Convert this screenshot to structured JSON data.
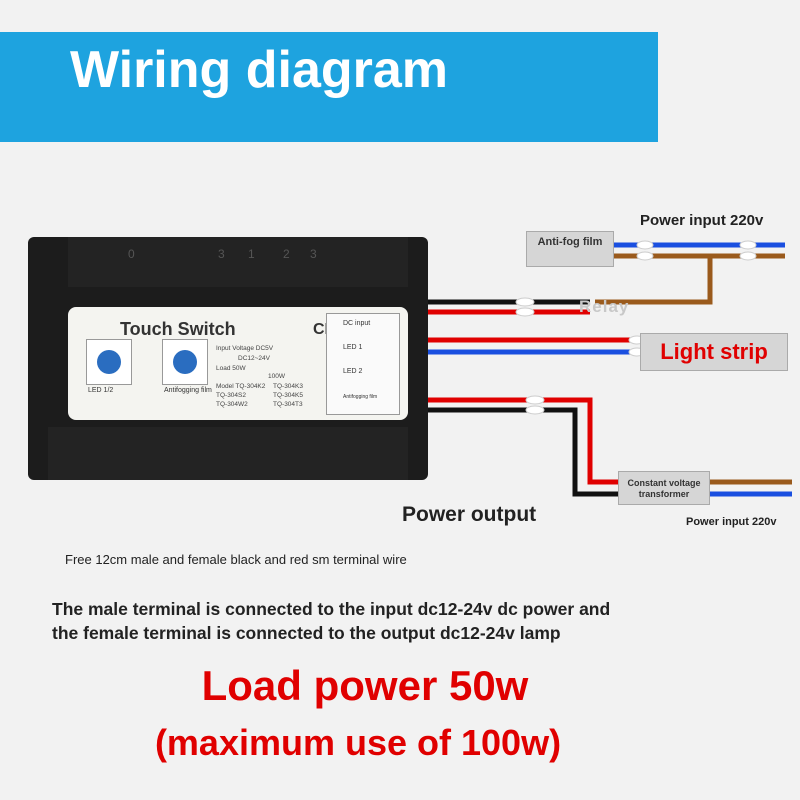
{
  "banner": {
    "title": "Wiring diagram"
  },
  "device": {
    "terminal_numbers_top": [
      "0",
      "3",
      "1",
      "2",
      "3"
    ],
    "title": "Touch Switch",
    "ce_mark": "CE",
    "knob_labels": [
      "LED 1/2",
      "Antifogging film"
    ],
    "specs": [
      "Input Voltage DC5V",
      "DC12~24V",
      "Load 50W",
      "100W",
      "Model TQ-304K2",
      "TQ-304K3",
      "TQ-304S2",
      "TQ-304K5",
      "TQ-304W2",
      "TQ-304T3"
    ],
    "pin_labels": [
      "DC input",
      "LED 1",
      "LED 2",
      "Antifogging film"
    ]
  },
  "labels": {
    "power_input_top": "Power input 220v",
    "anti_fog_film": "Anti-fog film",
    "relay": "Relay",
    "light_strip": "Light strip",
    "constant_voltage_transformer": "Constant voltage transformer",
    "power_input_bottom": "Power input 220v",
    "power_output": "Power output"
  },
  "footer": {
    "free_terminal": "Free 12cm male and female black and red sm terminal wire",
    "note_line1": "The male terminal is connected to the input dc12-24v dc power and",
    "note_line2": "the female terminal is connected to the output dc12-24v lamp",
    "load_power": "Load power 50w",
    "max_use": "(maximum use of 100w)"
  },
  "colors": {
    "banner": "#1ea3df",
    "wire_red": "#e00000",
    "wire_black": "#111111",
    "wire_blue": "#1a4fe0",
    "wire_brown": "#9a5a1c",
    "accent_red_text": "#e00000"
  }
}
